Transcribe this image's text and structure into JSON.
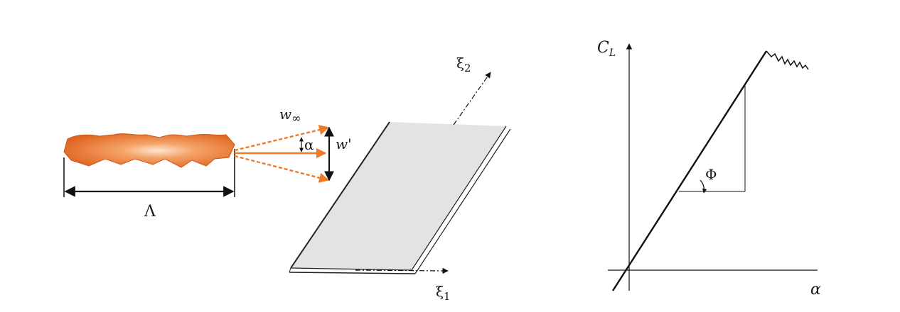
{
  "left_figure": {
    "labels": {
      "length_scale": "Λ",
      "velocity_mean": "w",
      "velocity_mean_sub": "∞",
      "velocity_fluct": "w'",
      "angle": "α",
      "axis_1": "ξ",
      "axis_1_sub": "1",
      "axis_2": "ξ",
      "axis_2_sub": "2"
    },
    "colors": {
      "eddy": "#e8702a",
      "arrow": "#f07a28",
      "plate": "#e3e3e3"
    }
  },
  "right_figure": {
    "labels": {
      "y_axis": "C",
      "y_axis_sub": "L",
      "slope_angle": "Φ",
      "x_axis_partial": "α"
    }
  }
}
